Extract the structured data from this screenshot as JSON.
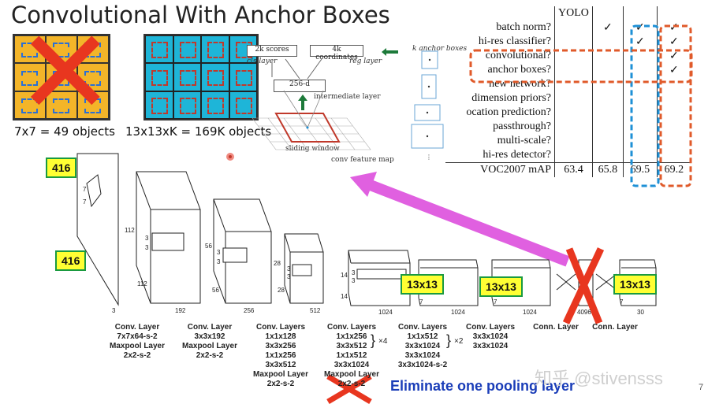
{
  "slide": {
    "title": "Convolutional With Anchor Boxes",
    "caption_left": "7x7 = 49 objects",
    "caption_right": "13x13xK = 169K objects",
    "page_number": "7",
    "watermark": "知乎 @stivensss",
    "eliminate_text": "Eliminate one pooling layer"
  },
  "rpn": {
    "scores": "2k scores",
    "coordinates": "4k coordinates",
    "cls_layer": "cls layer",
    "reg_layer": "reg layer",
    "dim": "256-d",
    "intermediate": "intermediate layer",
    "sliding": "sliding window",
    "feature_map": "conv feature map",
    "anchor_boxes": "k anchor boxes"
  },
  "table": {
    "header": "YOLO",
    "rows": [
      {
        "label": "batch norm?",
        "marks": [
          "",
          "✓",
          "✓",
          "✓"
        ]
      },
      {
        "label": "hi-res classifier?",
        "marks": [
          "",
          "",
          "✓",
          "✓"
        ]
      },
      {
        "label": "convolutional?",
        "marks": [
          "",
          "",
          "",
          "✓"
        ]
      },
      {
        "label": "anchor boxes?",
        "marks": [
          "",
          "",
          "",
          "✓"
        ]
      },
      {
        "label": "new network?",
        "marks": [
          "",
          "",
          "",
          ""
        ]
      },
      {
        "label": "dimension priors?",
        "marks": [
          "",
          "",
          "",
          ""
        ]
      },
      {
        "label": "ocation prediction?",
        "marks": [
          "",
          "",
          "",
          ""
        ]
      },
      {
        "label": "passthrough?",
        "marks": [
          "",
          "",
          "",
          ""
        ]
      },
      {
        "label": "multi-scale?",
        "marks": [
          "",
          "",
          "",
          ""
        ]
      },
      {
        "label": "hi-res detector?",
        "marks": [
          "",
          "",
          "",
          ""
        ]
      }
    ],
    "map_label": "VOC2007 mAP",
    "map_values": [
      "63.4",
      "65.8",
      "69.5",
      "69.2"
    ]
  },
  "network": {
    "input_size_top": "416",
    "input_size_left": "416",
    "badge_13": "13x13",
    "dims": {
      "k7a": "7",
      "k7b": "7",
      "c3": "3",
      "d112a": "112",
      "d112b": "112",
      "k3a": "3",
      "k3b": "3",
      "c192": "192",
      "d56a": "56",
      "d56b": "56",
      "k3c": "3",
      "k3d": "3",
      "c256": "256",
      "d28a": "28",
      "d28b": "28",
      "k3e": "3",
      "k3f": "3",
      "c512": "512",
      "d14a": "14",
      "d14b": "14",
      "k3g": "3",
      "k3h": "3",
      "c1024a": "1024",
      "k7c": "7",
      "c1024b": "1024",
      "k7d": "7",
      "c1024c": "1024",
      "c4096": "4096",
      "k7e": "7",
      "c30": "30"
    },
    "layers": [
      {
        "name": "Conv. Layer",
        "lines": [
          "7x7x64-s-2",
          "Maxpool Layer",
          "2x2-s-2"
        ]
      },
      {
        "name": "Conv. Layer",
        "lines": [
          "3x3x192",
          "Maxpool Layer",
          "2x2-s-2"
        ]
      },
      {
        "name": "Conv. Layers",
        "lines": [
          "1x1x128",
          "3x3x256",
          "1x1x256",
          "3x3x512",
          "Maxpool Layer",
          "2x2-s-2"
        ]
      },
      {
        "name": "Conv. Layers",
        "lines": [
          "1x1x256",
          "3x3x512",
          "1x1x512",
          "3x3x1024",
          "Maxpool Layer",
          "2x2-s-2"
        ],
        "repeat": "×4"
      },
      {
        "name": "Conv. Layers",
        "lines": [
          "1x1x512",
          "3x3x1024",
          "3x3x1024",
          "3x3x1024-s-2"
        ],
        "repeat": "×2"
      },
      {
        "name": "Conv. Layers",
        "lines": [
          "3x3x1024",
          "3x3x1024"
        ]
      },
      {
        "name": "Conn. Layer",
        "lines": []
      },
      {
        "name": "Conn. Layer",
        "lines": []
      }
    ]
  },
  "colors": {
    "red_x": "#e8361f",
    "badge_fill": "#ffff33",
    "badge_border": "#1a9a40",
    "blue_dash": "#1e90d6",
    "red_dash": "#e05a2a",
    "arrow_pink": "#e060e0",
    "grid_yellow": "#f3b529",
    "grid_cyan": "#1eb5d8"
  }
}
